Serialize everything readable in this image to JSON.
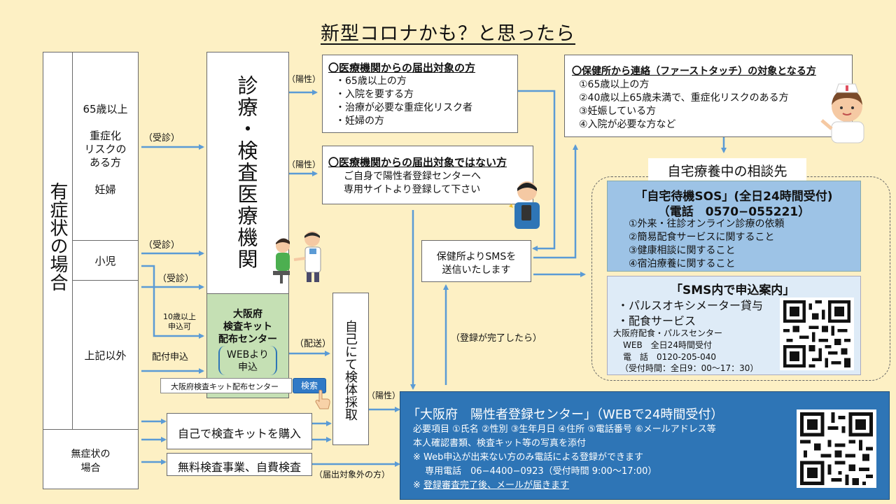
{
  "title": "新型コロナかも？と思ったら",
  "left": {
    "symptomatic": "有症状の場合",
    "age65": "65歳以上",
    "risk": [
      "重症化",
      "リスクの",
      "ある方"
    ],
    "pregnant": "妊婦",
    "child": "小児",
    "others": "上記以外",
    "asymptomatic": [
      "無症状の",
      "場合"
    ]
  },
  "arrows": {
    "visit": "（受診）",
    "positive": "（陽性）",
    "age10": [
      "10歳以上",
      "申込可"
    ],
    "apply": "配付申込",
    "deliver": "（配送）",
    "registered": "（登録が完了したら）",
    "non_target": "（届出対象外の方）"
  },
  "clinic": "診療・検査医療機関",
  "kit_center": {
    "name": [
      "大阪府",
      "検査キット",
      "配布センター"
    ],
    "web": [
      "WEBより",
      "申込"
    ],
    "search_text": "大阪府検査キット配布センター",
    "search_button": "検索"
  },
  "self_test": "自己にて検体採取",
  "buy_kit": "自己で検査キットを購入",
  "free_test": "無料検査事業、自費検査",
  "report_target": {
    "heading": "〇医療機関からの届出対象の方",
    "items": [
      "・65歳以上の方",
      "・入院を要する方",
      "・治療が必要な重症化リスク者",
      "・妊婦の方"
    ]
  },
  "non_report": {
    "heading": "〇医療機関からの届出対象ではない方",
    "items": [
      "ご自身で陽性者登録センターへ",
      "専用サイトより登録して下さい"
    ]
  },
  "sms_box": [
    "保健所よりSMSを",
    "送信いたします"
  ],
  "first_touch": {
    "heading": "〇保健所から連絡（ファーストタッチ）の対象となる方",
    "items": [
      "①65歳以上の方",
      "②40歳以上65歳未満で、重症化リスクのある方",
      "③妊娠している方",
      "④入院が必要な方など"
    ]
  },
  "consult_title": "自宅療養中の相談先",
  "sos": {
    "title": "「自宅待機SOS」(全日24時間受付)",
    "phone": "（電話　0570−055221）",
    "items": [
      "①外来・往診オンライン診療の依頼",
      "②簡易配食サービスに関すること",
      "③健康相談に関すること",
      "④宿泊療養に関すること"
    ]
  },
  "sms_guide": {
    "title": "「SMS内で申込案内」",
    "items": [
      "・パルスオキシメーター貸与",
      "・配食サービス"
    ],
    "center": "大阪府配食・パルスセンター",
    "web": "WEB　全日24時間受付",
    "phone": "電　話　0120-205-040",
    "hours": "（受付時間：全日9：00～17：30）"
  },
  "registration": {
    "title": "「大阪府　陽性者登録センター」（WEBで24時間受付）",
    "lines": [
      "必要項目 ①氏名 ②性別 ③生年月日 ④住所 ⑤電話番号 ⑥メールアドレス等",
      "本人確認書類、検査キット等の写真を添付",
      "※ Web申込が出来ない方のみ電話による登録ができます",
      "　 専用電話　06−4400−0923（受付時間 9:00～17:00）"
    ],
    "note_prefix": "※ ",
    "note": "登録審査完了後、メールが届きます"
  },
  "colors": {
    "background": "#fdf0c4",
    "arrow": "#5b9bd5",
    "registration_bg": "#2e75b6",
    "sos_bg": "#9dc3e6",
    "sms_bg": "#deebf7",
    "kit_bg": "#c5e0b4"
  }
}
